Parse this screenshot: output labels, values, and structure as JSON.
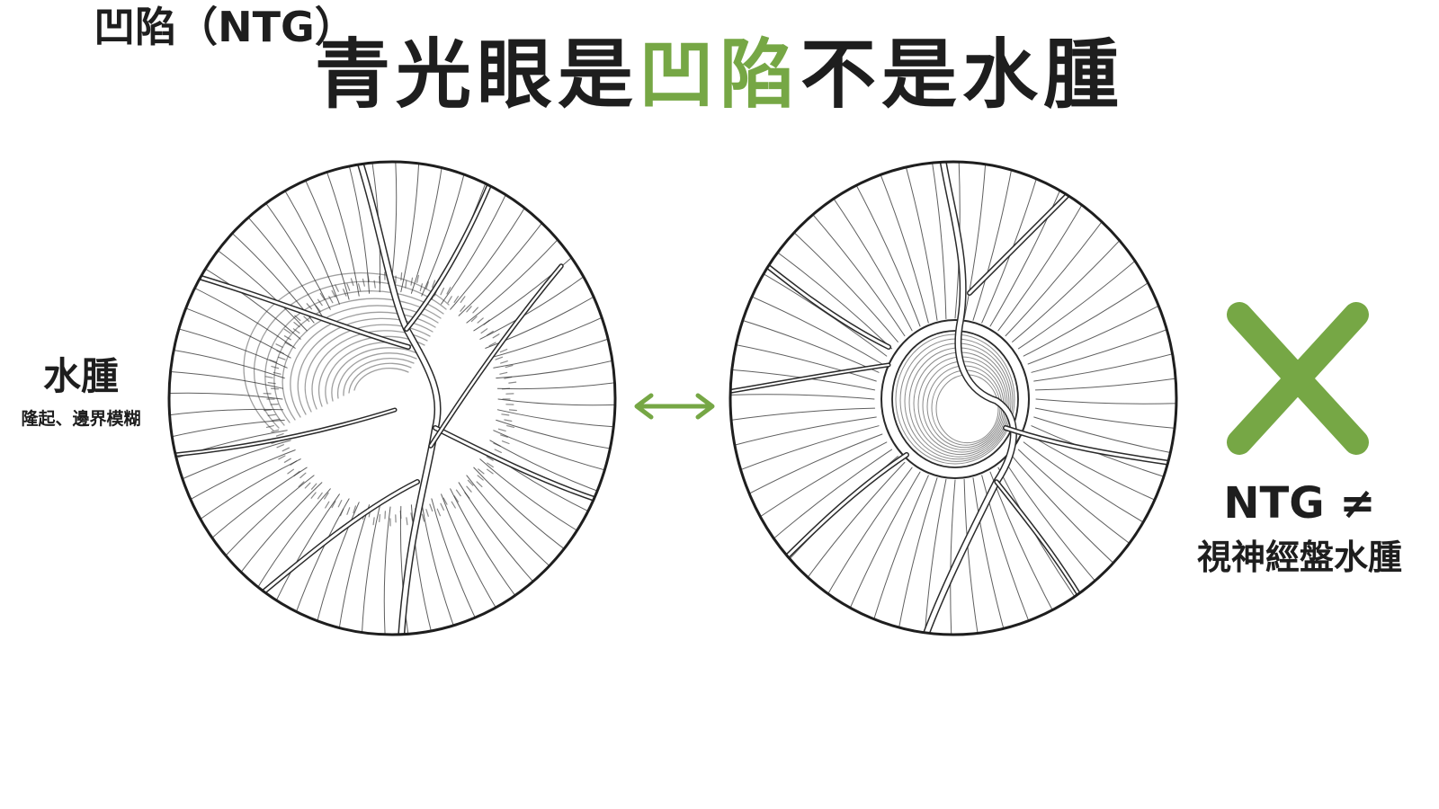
{
  "title": {
    "part1": "青光眼是",
    "accent": "凹陷",
    "part2": "不是水腫"
  },
  "left_label": {
    "main": "水腫",
    "sub": "隆起、邊界模糊"
  },
  "right_label": "凹陷（NTG）",
  "conclusion": {
    "line1": "NTG ≠",
    "line2": "視神經盤水腫"
  },
  "colors": {
    "accent": "#76a745",
    "ink": "#1e1e1e",
    "line": "#2a2a2a"
  },
  "icons": {
    "arrow": "double-arrow-icon",
    "cross": "x-mark-icon"
  }
}
